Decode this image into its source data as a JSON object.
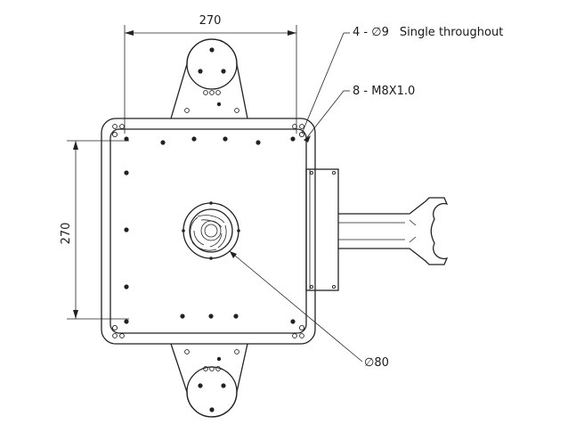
{
  "dimensions": {
    "width_label": "270",
    "height_label": "270"
  },
  "callouts": {
    "through_holes": {
      "count_label": "4 - ",
      "diameter_label": "9",
      "note": "Single throughout"
    },
    "threaded_holes": "8 - M8X1.0",
    "center_bore": {
      "diameter_label": "80"
    }
  },
  "symbols": {
    "diameter": "∅"
  },
  "colors": {
    "line": "#222222",
    "background": "#ffffff"
  }
}
